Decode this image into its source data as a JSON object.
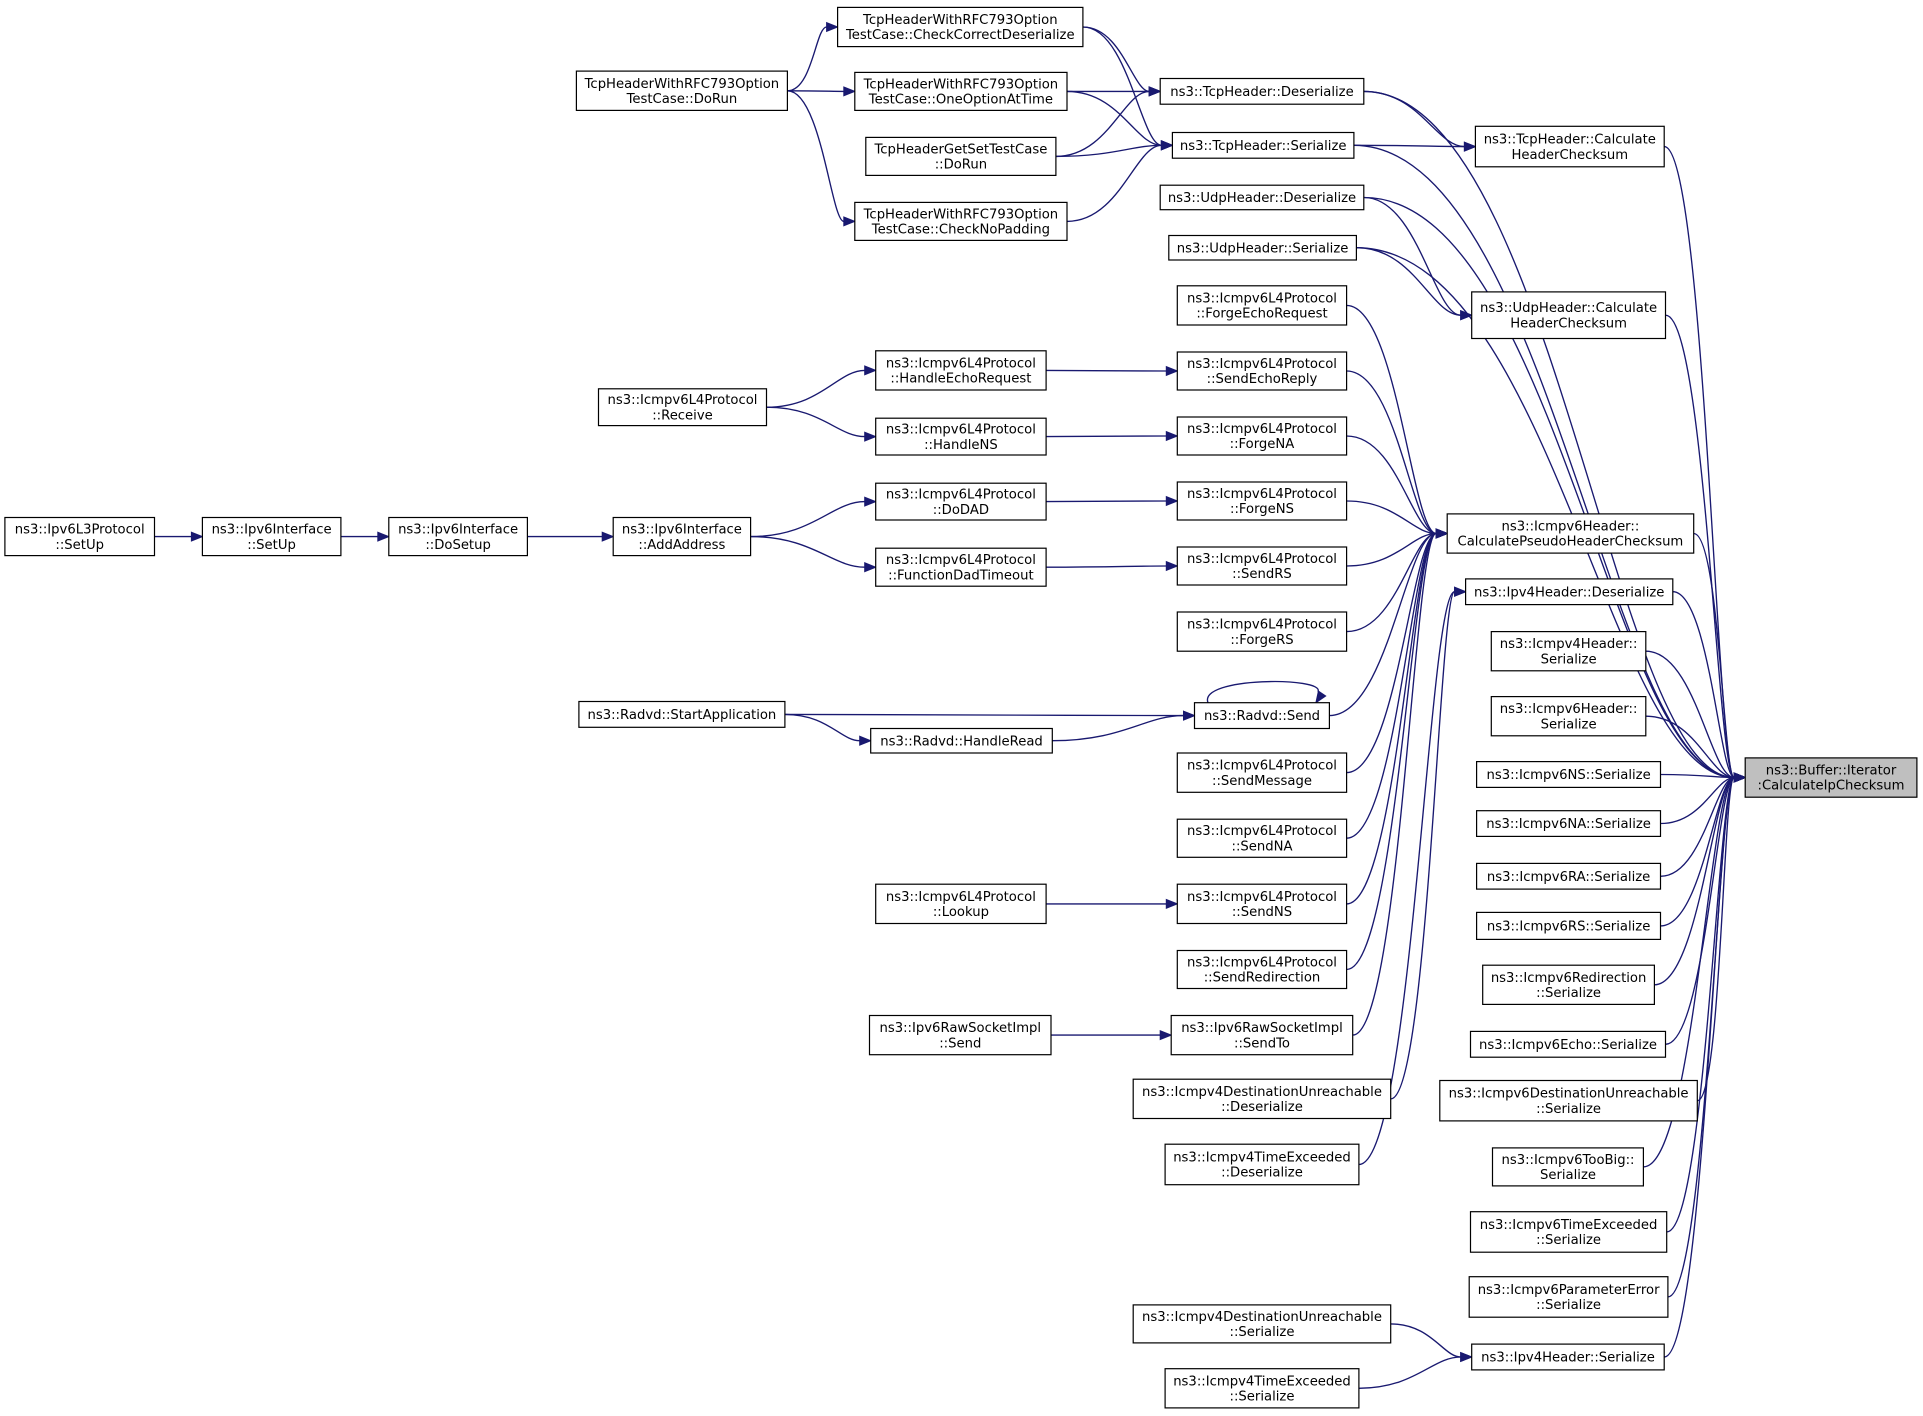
{
  "colors": {
    "edge": "#191970",
    "node_border": "#000000",
    "node_fill": "#ffffff",
    "focus_fill": "#bfbfbf"
  },
  "nodes": [
    {
      "id": "target",
      "lines": [
        "ns3::Buffer::Iterator",
        ":CalculateIpChecksum"
      ],
      "focus": true
    },
    {
      "id": "tcp_checkcorrect",
      "lines": [
        "TcpHeaderWithRFC793Option",
        "TestCase::CheckCorrectDeserialize"
      ]
    },
    {
      "id": "tcp_dorun_rfc",
      "lines": [
        "TcpHeaderWithRFC793Option",
        "TestCase::DoRun"
      ]
    },
    {
      "id": "tcp_oneoption",
      "lines": [
        "TcpHeaderWithRFC793Option",
        "TestCase::OneOptionAtTime"
      ]
    },
    {
      "id": "tcp_deser",
      "lines": [
        "ns3::TcpHeader::Deserialize"
      ]
    },
    {
      "id": "tcp_getset",
      "lines": [
        "TcpHeaderGetSetTestCase",
        "::DoRun"
      ]
    },
    {
      "id": "tcp_ser",
      "lines": [
        "ns3::TcpHeader::Serialize"
      ]
    },
    {
      "id": "tcp_calc",
      "lines": [
        "ns3::TcpHeader::Calculate",
        "HeaderChecksum"
      ]
    },
    {
      "id": "tcp_nopad",
      "lines": [
        "TcpHeaderWithRFC793Option",
        "TestCase::CheckNoPadding"
      ]
    },
    {
      "id": "udp_deser",
      "lines": [
        "ns3::UdpHeader::Deserialize"
      ]
    },
    {
      "id": "udp_ser",
      "lines": [
        "ns3::UdpHeader::Serialize"
      ]
    },
    {
      "id": "udp_calc",
      "lines": [
        "ns3::UdpHeader::Calculate",
        "HeaderChecksum"
      ]
    },
    {
      "id": "forge_echo",
      "lines": [
        "ns3::Icmpv6L4Protocol",
        "::ForgeEchoRequest"
      ]
    },
    {
      "id": "handle_echo",
      "lines": [
        "ns3::Icmpv6L4Protocol",
        "::HandleEchoRequest"
      ]
    },
    {
      "id": "send_echo",
      "lines": [
        "ns3::Icmpv6L4Protocol",
        "::SendEchoReply"
      ]
    },
    {
      "id": "receive",
      "lines": [
        "ns3::Icmpv6L4Protocol",
        "::Receive"
      ]
    },
    {
      "id": "handle_ns",
      "lines": [
        "ns3::Icmpv6L4Protocol",
        "::HandleNS"
      ]
    },
    {
      "id": "forge_na",
      "lines": [
        "ns3::Icmpv6L4Protocol",
        "::ForgeNA"
      ]
    },
    {
      "id": "icmp6_pseudo",
      "lines": [
        "ns3::Icmpv6Header::",
        "CalculatePseudoHeaderChecksum"
      ]
    },
    {
      "id": "l3_setup",
      "lines": [
        "ns3::Ipv6L3Protocol",
        "::SetUp"
      ]
    },
    {
      "id": "if_setup",
      "lines": [
        "ns3::Ipv6Interface",
        "::SetUp"
      ]
    },
    {
      "id": "if_dosetup",
      "lines": [
        "ns3::Ipv6Interface",
        "::DoSetup"
      ]
    },
    {
      "id": "if_addaddr",
      "lines": [
        "ns3::Ipv6Interface",
        "::AddAddress"
      ]
    },
    {
      "id": "dodad",
      "lines": [
        "ns3::Icmpv6L4Protocol",
        "::DoDAD"
      ]
    },
    {
      "id": "forge_ns",
      "lines": [
        "ns3::Icmpv6L4Protocol",
        "::ForgeNS"
      ]
    },
    {
      "id": "dadtimeout",
      "lines": [
        "ns3::Icmpv6L4Protocol",
        "::FunctionDadTimeout"
      ]
    },
    {
      "id": "send_rs",
      "lines": [
        "ns3::Icmpv6L4Protocol",
        "::SendRS"
      ]
    },
    {
      "id": "ipv4_deser",
      "lines": [
        "ns3::Ipv4Header::Deserialize"
      ]
    },
    {
      "id": "forge_rs",
      "lines": [
        "ns3::Icmpv6L4Protocol",
        "::ForgeRS"
      ]
    },
    {
      "id": "icmpv4_ser",
      "lines": [
        "ns3::Icmpv4Header::",
        "Serialize"
      ]
    },
    {
      "id": "radvd_start",
      "lines": [
        "ns3::Radvd::StartApplication"
      ]
    },
    {
      "id": "radvd_send",
      "lines": [
        "ns3::Radvd::Send"
      ]
    },
    {
      "id": "radvd_read",
      "lines": [
        "ns3::Radvd::HandleRead"
      ]
    },
    {
      "id": "icmpv6h_ser",
      "lines": [
        "ns3::Icmpv6Header::",
        "Serialize"
      ]
    },
    {
      "id": "send_msg",
      "lines": [
        "ns3::Icmpv6L4Protocol",
        "::SendMessage"
      ]
    },
    {
      "id": "ns_ser",
      "lines": [
        "ns3::Icmpv6NS::Serialize"
      ]
    },
    {
      "id": "na_ser",
      "lines": [
        "ns3::Icmpv6NA::Serialize"
      ]
    },
    {
      "id": "send_na",
      "lines": [
        "ns3::Icmpv6L4Protocol",
        "::SendNA"
      ]
    },
    {
      "id": "ra_ser",
      "lines": [
        "ns3::Icmpv6RA::Serialize"
      ]
    },
    {
      "id": "lookup",
      "lines": [
        "ns3::Icmpv6L4Protocol",
        "::Lookup"
      ]
    },
    {
      "id": "send_ns",
      "lines": [
        "ns3::Icmpv6L4Protocol",
        "::SendNS"
      ]
    },
    {
      "id": "rs_ser",
      "lines": [
        "ns3::Icmpv6RS::Serialize"
      ]
    },
    {
      "id": "send_redir",
      "lines": [
        "ns3::Icmpv6L4Protocol",
        "::SendRedirection"
      ]
    },
    {
      "id": "redir_ser",
      "lines": [
        "ns3::Icmpv6Redirection",
        "::Serialize"
      ]
    },
    {
      "id": "raw_send",
      "lines": [
        "ns3::Ipv6RawSocketImpl",
        "::Send"
      ]
    },
    {
      "id": "raw_sendto",
      "lines": [
        "ns3::Ipv6RawSocketImpl",
        "::SendTo"
      ]
    },
    {
      "id": "echo_ser",
      "lines": [
        "ns3::Icmpv6Echo::Serialize"
      ]
    },
    {
      "id": "icmp4_du_deser",
      "lines": [
        "ns3::Icmpv4DestinationUnreachable",
        "::Deserialize"
      ]
    },
    {
      "id": "icmp6_du_ser",
      "lines": [
        "ns3::Icmpv6DestinationUnreachable",
        "::Serialize"
      ]
    },
    {
      "id": "icmp4_te_deser",
      "lines": [
        "ns3::Icmpv4TimeExceeded",
        "::Deserialize"
      ]
    },
    {
      "id": "toobig_ser",
      "lines": [
        "ns3::Icmpv6TooBig::",
        "Serialize"
      ]
    },
    {
      "id": "icmp6_te_ser",
      "lines": [
        "ns3::Icmpv6TimeExceeded",
        "::Serialize"
      ]
    },
    {
      "id": "param_ser",
      "lines": [
        "ns3::Icmpv6ParameterError",
        "::Serialize"
      ]
    },
    {
      "id": "icmp4_du_ser",
      "lines": [
        "ns3::Icmpv4DestinationUnreachable",
        "::Serialize"
      ]
    },
    {
      "id": "ipv4_ser",
      "lines": [
        "ns3::Ipv4Header::Serialize"
      ]
    },
    {
      "id": "icmp4_te_ser",
      "lines": [
        "ns3::Icmpv4TimeExceeded",
        "::Serialize"
      ]
    }
  ]
}
